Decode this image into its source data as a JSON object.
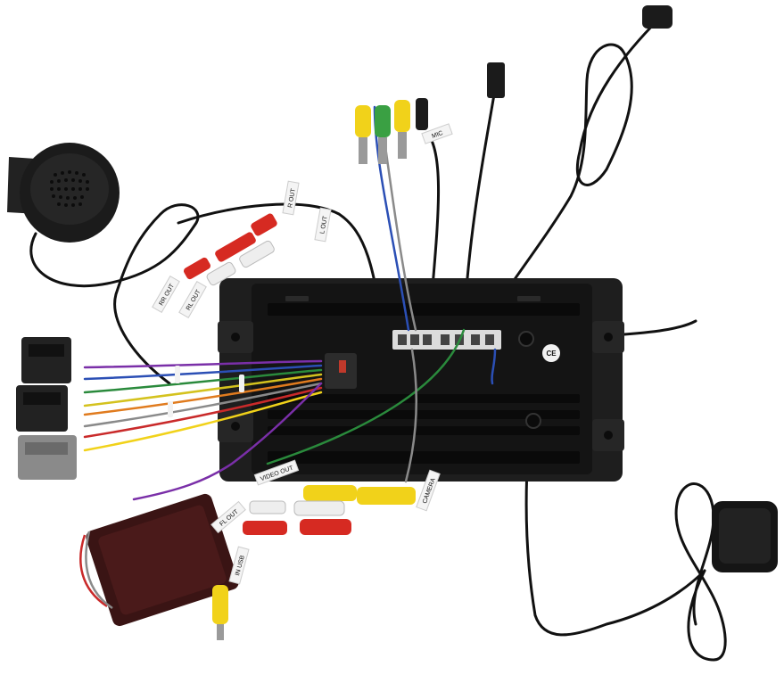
{
  "photo": {
    "background_color": "#ffffff",
    "unit_color": "#1e1e1e",
    "cable_color": "#111111",
    "rca_colors": {
      "yellow": "#f1d21a",
      "green": "#3aa043",
      "red": "#d62a22",
      "white": "#eeeeee"
    },
    "wire_colors": [
      "#7a2fa8",
      "#2a8a3c",
      "#d4c21e",
      "#e07b1e",
      "#2b4fb5",
      "#c92a2a",
      "#8a8a8a"
    ]
  },
  "labels": {
    "mic": "MIC",
    "video_out": "VIDEO OUT",
    "camera": "CAMERA",
    "r_out": "R OUT",
    "l_out": "L OUT",
    "rl_out": "RL OUT",
    "rr_out": "RR OUT",
    "fl_out": "FL OUT",
    "usb_in": "IN USB"
  },
  "markings": {
    "ce": "CE"
  }
}
